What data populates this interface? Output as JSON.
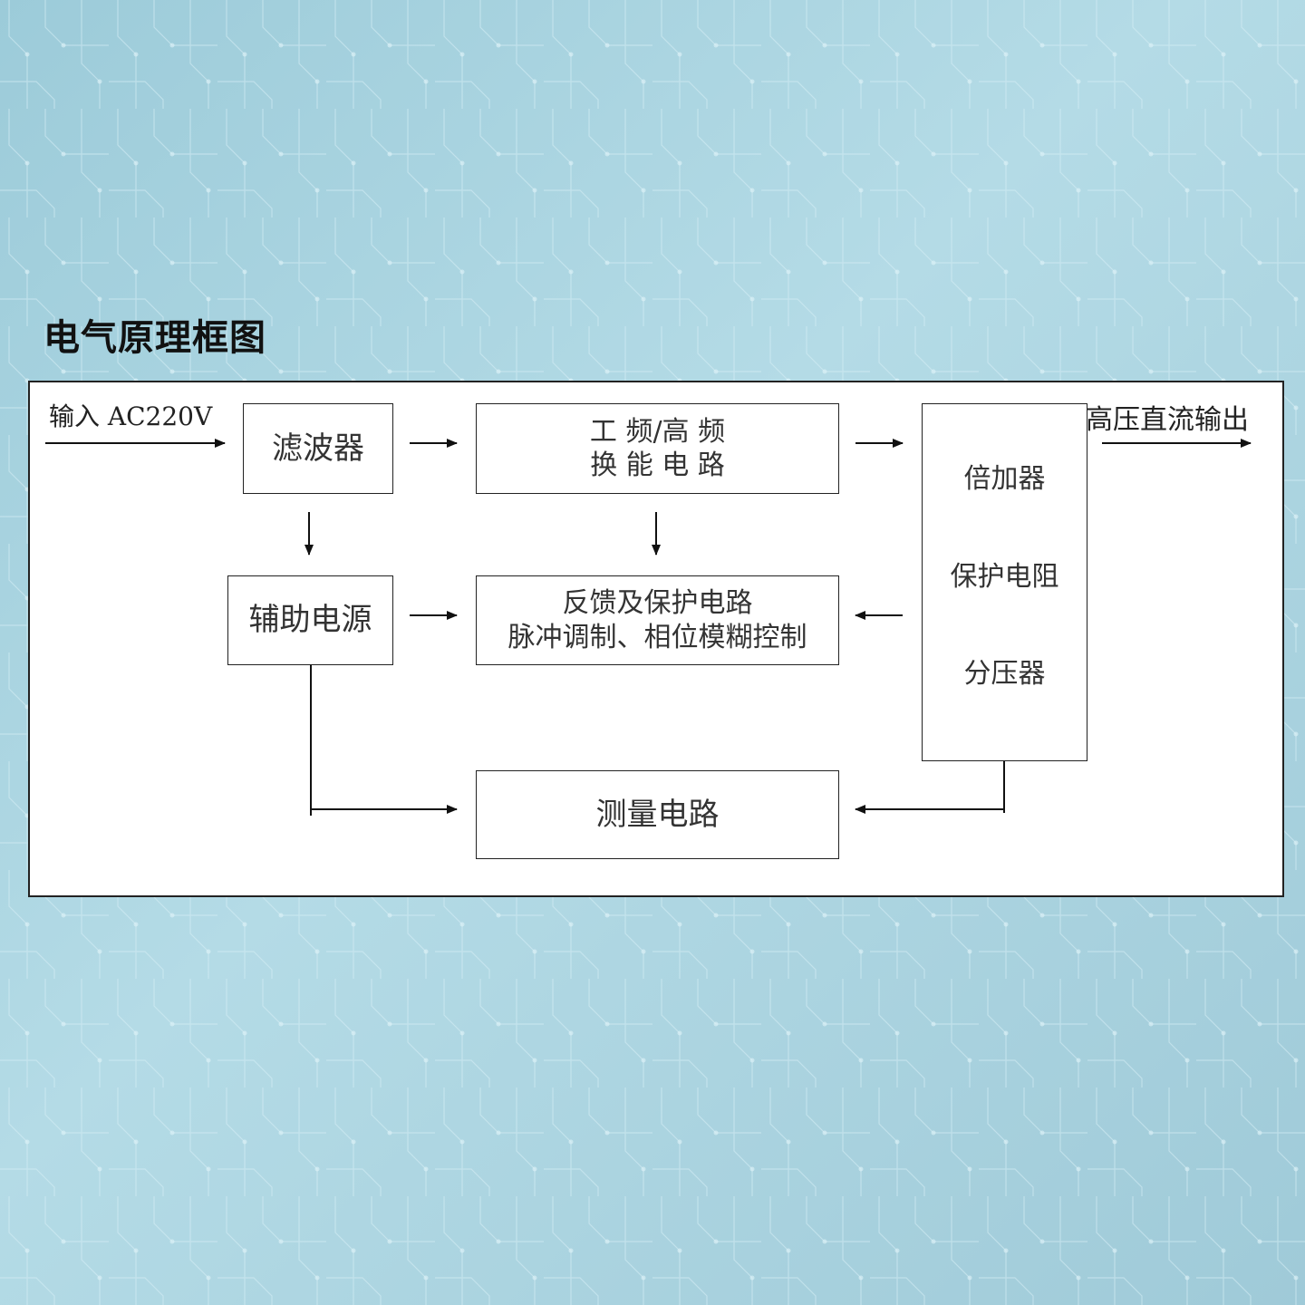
{
  "title": "电气原理框图",
  "input_label": "输入 AC220V",
  "output_label": "高压直流输出",
  "boxes": {
    "filter": "滤波器",
    "converter": [
      "工 频/高 频",
      "换 能 电 路"
    ],
    "multiplier": [
      "倍加器",
      "保护电阻",
      "分压器"
    ],
    "aux_power": "辅助电源",
    "feedback": [
      "反馈及保护电路",
      "脉冲调制、相位模糊控制"
    ],
    "measure": "测量电路"
  }
}
